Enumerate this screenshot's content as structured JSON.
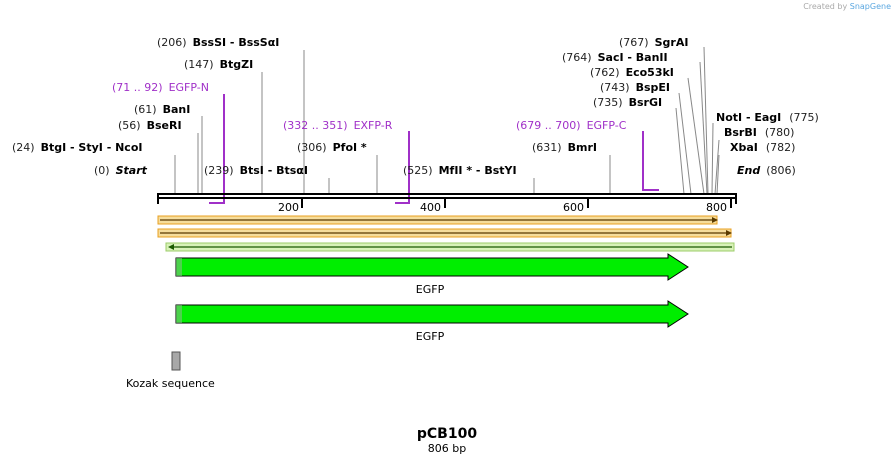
{
  "credit": {
    "prefix": "Created by",
    "brand": "SnapGene"
  },
  "plasmid": {
    "name": "pCB100",
    "length_label": "806 bp",
    "length": 806
  },
  "ruler": {
    "ticks": [
      "200",
      "400",
      "600",
      "800"
    ]
  },
  "ends": [
    {
      "pos": "(0)",
      "name": "Start"
    },
    {
      "pos": "(806)",
      "name": "End"
    }
  ],
  "sites_left": [
    {
      "pos": "(206)",
      "name": "BssSI  - BssSαI"
    },
    {
      "pos": "(147)",
      "name": "BtgZI"
    },
    {
      "pos": "(61)",
      "name": "BanI"
    },
    {
      "pos": "(56)",
      "name": "BseRI"
    },
    {
      "pos": "(24)",
      "name": "BtgI  - StyI  - NcoI"
    },
    {
      "pos": "(239)",
      "name": "BtsI  - BtsαI"
    },
    {
      "pos": "(306)",
      "name": "PfoI *"
    },
    {
      "pos": "(525)",
      "name": "MfII * - BstYI"
    },
    {
      "pos": "(631)",
      "name": "BmrI"
    },
    {
      "pos": "(767)",
      "name": "SgrAI"
    },
    {
      "pos": "(764)",
      "name": "SacI  - BanII"
    },
    {
      "pos": "(762)",
      "name": "Eco53kI"
    },
    {
      "pos": "(743)",
      "name": "BspEI"
    },
    {
      "pos": "(735)",
      "name": "BsrGI"
    }
  ],
  "sites_right": [
    {
      "pos": "(775)",
      "name": "NotI  - EagI"
    },
    {
      "pos": "(780)",
      "name": "BsrBI"
    },
    {
      "pos": "(782)",
      "name": "XbaI"
    }
  ],
  "primers": [
    {
      "pos": "(71 .. 92)",
      "name": "EGFP-N"
    },
    {
      "pos": "(332 .. 351)",
      "name": "EXFP-R"
    },
    {
      "pos": "(679 .. 700)",
      "name": "EGFP-C"
    }
  ],
  "features": [
    {
      "name": "EGFP"
    },
    {
      "name": "EGFP"
    },
    {
      "name": "Kozak sequence"
    }
  ],
  "colors": {
    "feature_green": "#00ee00",
    "orf_orange": "#e8a020",
    "orf_fill": "#f6dd9c",
    "primer_purple": "#a030c8",
    "kozak_gray": "#a8a8a8"
  }
}
